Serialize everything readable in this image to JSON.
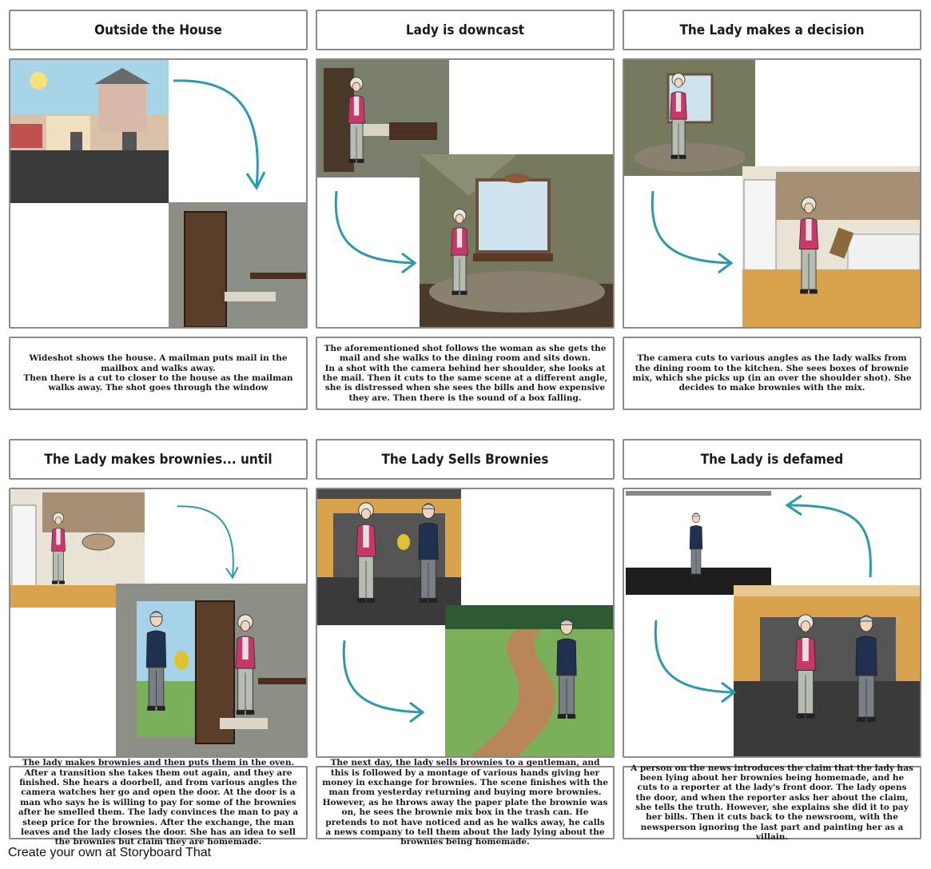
{
  "panels": [
    {
      "title": "Outside the House",
      "description": "Wideshot shows the house. A mailman puts mail in the mailbox and walks away.\nThen there is a cut to closer to the house as the mailman walks away. The shot goes through the window"
    },
    {
      "title": "Lady is downcast",
      "description": "The aforementioned shot follows the woman as she gets the mail and she walks to the dining room and sits down.\nIn a shot with the camera behind her shoulder, she looks at the mail. Then it cuts to the same scene at a different angle, she is distressed when she sees the bills and how expensive they are.  Then there is the sound of a box falling."
    },
    {
      "title": "The Lady makes a decision",
      "description": "The camera cuts to various angles as the lady walks from the dining room to the kitchen. She sees boxes of brownie mix, which she picks up (in an over the shoulder shot). She decides to make brownies with the mix."
    },
    {
      "title": "The Lady makes brownies... until",
      "description": "The lady makes brownies and then puts them in the oven. After a transition she takes them out again, and they are finished. She hears a doorbell, and from various angles the camera watches her go and open the door. At the door is a man who says he is willing to pay for some of the brownies after he smelled them. The lady convinces the man to pay a steep price for the brownies. After the exchange, the man leaves and the lady closes the door. She has an idea to sell the brownies but claim they are homemade."
    },
    {
      "title": "The Lady Sells Brownies",
      "description": "The next day, the lady sells brownies to a gentleman, and this is followed by a montage of various hands giving her money in exchange for brownies. The scene finishes with the man from yesterday returning and buying more brownies. However, as he throws away the paper plate the brownie was on, he sees the brownie mix box in the trash can. He pretends to not have noticed and as he walks away, he calls a news company to tell them about the lady lying about the brownies being homemade."
    },
    {
      "title": "The Lady is defamed",
      "description": "A person on the news introduces the claim that the lady has been lying about her brownies being homemade, and he cuts to a reporter at the lady's front door. The lady opens the door, and when the reporter asks her about the claim, she tells the truth. However, she explains she did it to pay her bills. Then it cuts back to the newsroom, with the newsperson ignoring the last part and painting her as a villain."
    }
  ],
  "footer": "Create your own at Storyboard That",
  "colors": {
    "arrow": "#2a9aae",
    "border": "#8a8a8a",
    "blouse": "#c8376a"
  }
}
